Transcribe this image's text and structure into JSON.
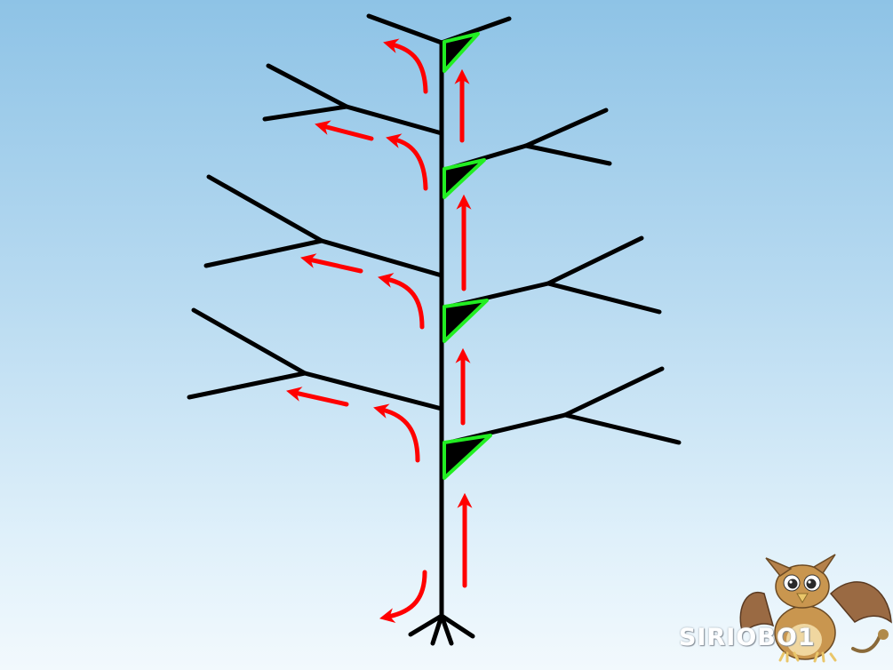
{
  "watermark": {
    "text": "SIRIOBO1"
  },
  "colors": {
    "background_top": "#8ec3e6",
    "background_bottom": "#f2f9fd",
    "tree": "#000000",
    "flow_arrow": "#ff0000",
    "bud_outline": "#22ee22",
    "bud_fill": "#000000"
  },
  "icons": [
    "tree-diagram",
    "apical-bud-marker",
    "flow-arrow",
    "griffin-mascot-logo"
  ]
}
